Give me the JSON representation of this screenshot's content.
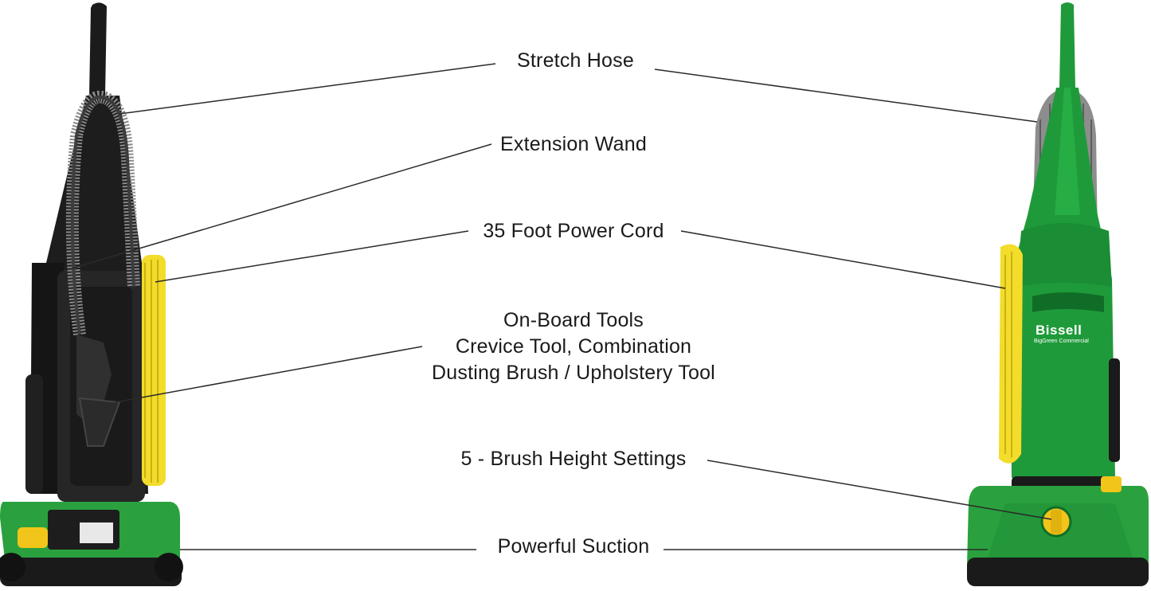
{
  "callouts": {
    "stretch_hose": "Stretch Hose",
    "extension_wand": "Extension Wand",
    "power_cord": "35 Foot Power Cord",
    "onboard_tools": {
      "line1": "On-Board Tools",
      "line2": "Crevice Tool, Combination",
      "line3": "Dusting Brush / Upholstery Tool"
    },
    "brush_height": "5 - Brush Height Settings",
    "suction": "Powerful Suction"
  },
  "branding": {
    "logo": "Bissell",
    "sublogo": "BigGreen Commercial"
  },
  "colors": {
    "body_green": "#1f9a3a",
    "base_green": "#2aa13e",
    "dark_green": "#0f6e25",
    "black_body": "#1c1c1c",
    "cord_yellow": "#f3dc2a",
    "knob_yellow": "#f2c51a",
    "leader_line": "#2a2a2a"
  }
}
